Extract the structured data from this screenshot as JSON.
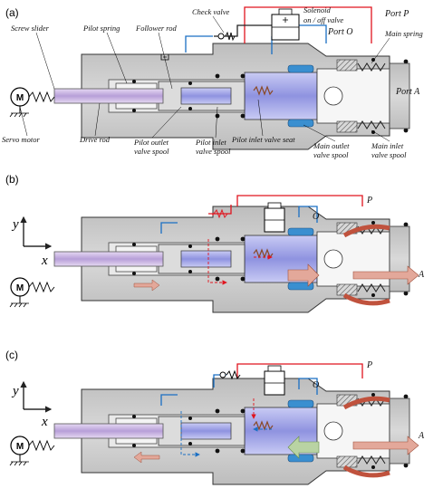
{
  "panels": [
    {
      "label": "(a)",
      "labels": {
        "screw_slider": "Screw slider",
        "pilot_spring": "Pilot  spring",
        "follower_rod": "Follower rod",
        "check_valve": "Check valve",
        "solenoid_1": "Solenoid",
        "solenoid_2": "on / off valve",
        "port_p": "Port P",
        "port_o": "Port O",
        "main_spring": "Main  spring",
        "port_a": "Port A",
        "servo_motor": "Servo motor",
        "drive_rod": "Drive rod",
        "pilot_outlet_1": "Pilot outlet",
        "pilot_outlet_2": "valve spool",
        "pilot_inlet_1": "Pilot inlet",
        "pilot_inlet_2": "valve spool",
        "pilot_inlet_seat": "Pilot inlet valve seat",
        "main_outlet_1": "Main outlet",
        "main_outlet_2": "valve spool",
        "main_inlet_1": "Main inlet",
        "main_inlet_2": "valve spool",
        "motor": "M"
      }
    },
    {
      "label": "(b)",
      "labels": {
        "port_p": "P",
        "port_o": "O",
        "port_a": "A",
        "axis_y": "y",
        "axis_x": "x",
        "motor": "M"
      }
    },
    {
      "label": "(c)",
      "labels": {
        "port_p": "P",
        "port_o": "O",
        "port_a": "A",
        "axis_y": "y",
        "axis_x": "x",
        "motor": "M"
      }
    }
  ],
  "colors": {
    "housing": "#c8c8c8",
    "housing_dark": "#8c8c8c",
    "spool": "#9fa3e8",
    "rod": "#cdb8e6",
    "seal": "#3a8fd0",
    "pressure_line": "#e0141e",
    "return_line": "#1a6fc4",
    "flow_arrow": "#d98070",
    "flow_arrow_green": "#8fb86f"
  }
}
